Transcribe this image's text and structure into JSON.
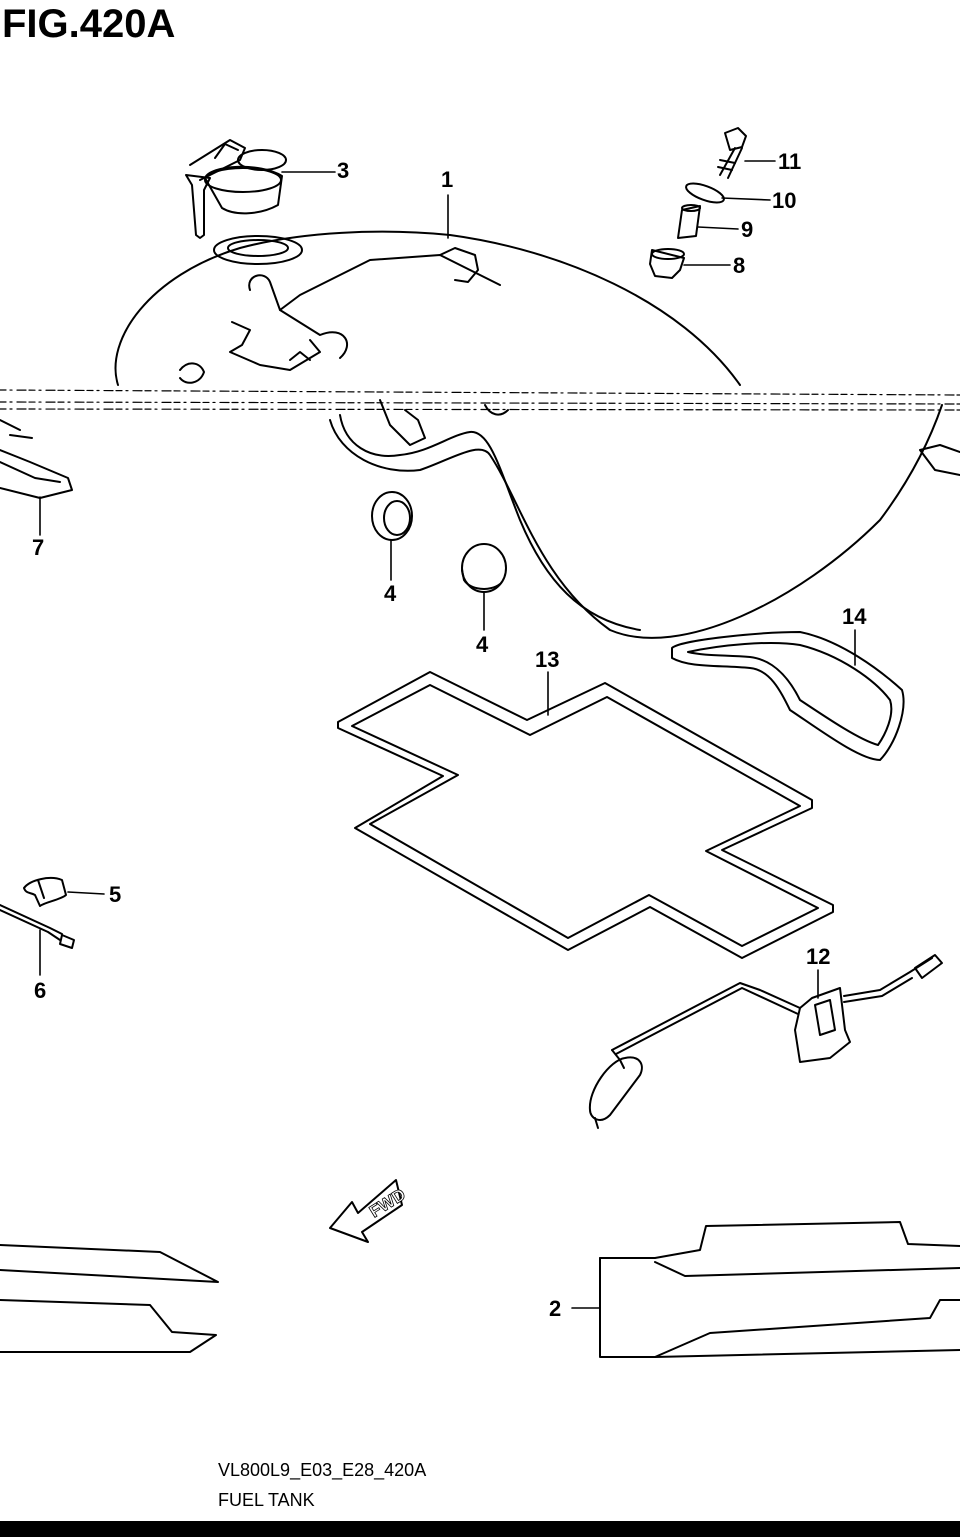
{
  "figure": {
    "title": "FIG.420A",
    "code": "VL800L9_E03_E28_420A",
    "name": "FUEL TANK"
  },
  "fwd_label": "FWD",
  "callouts": {
    "c1": "1",
    "c2": "2",
    "c3": "3",
    "c4a": "4",
    "c4b": "4",
    "c5": "5",
    "c6": "6",
    "c7": "7",
    "c8": "8",
    "c9": "9",
    "c10": "10",
    "c11": "11",
    "c12": "12",
    "c13": "13",
    "c14": "14"
  }
}
